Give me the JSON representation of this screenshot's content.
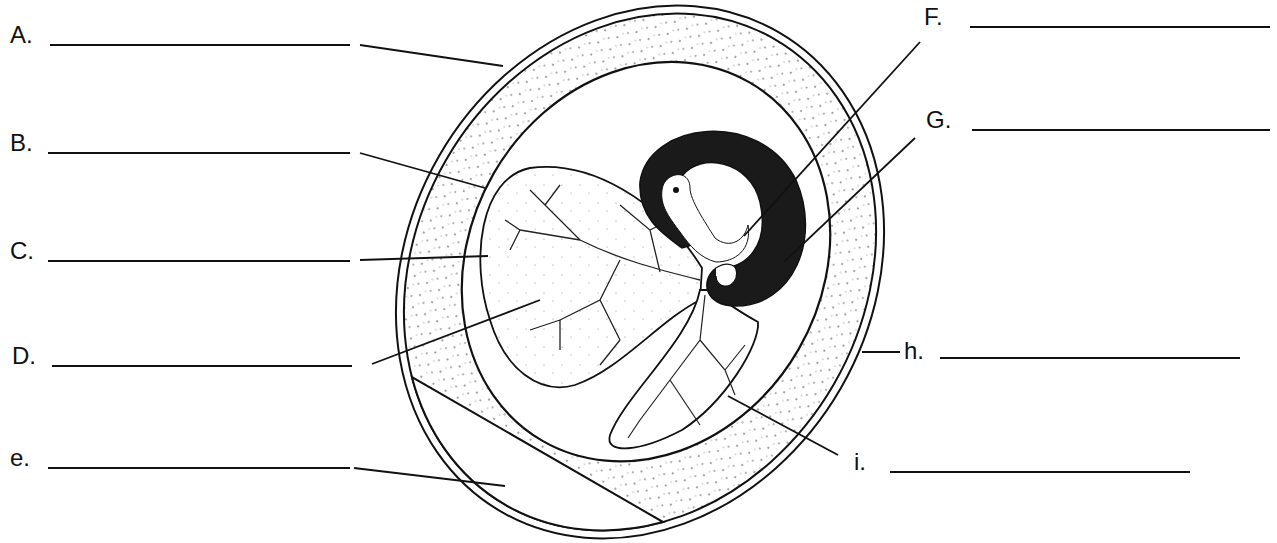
{
  "diagram": {
    "labels": [
      "A.",
      "B.",
      "C.",
      "D.",
      "e.",
      "F.",
      "G.",
      "h.",
      "i."
    ]
  }
}
